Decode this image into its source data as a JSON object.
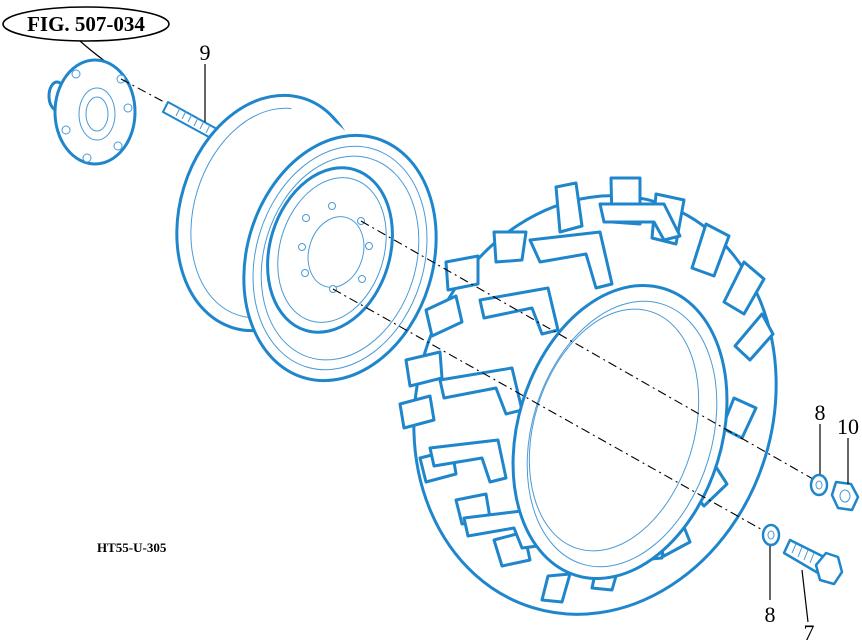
{
  "figure": {
    "ref": "FIG. 507-034",
    "drawing_code": "HT55-U-305"
  },
  "callouts": [
    {
      "id": "callout-9",
      "label": "9"
    },
    {
      "id": "callout-8-upper",
      "label": "8"
    },
    {
      "id": "callout-10",
      "label": "10"
    },
    {
      "id": "callout-8-lower",
      "label": "8"
    },
    {
      "id": "callout-7",
      "label": "7"
    }
  ],
  "colors": {
    "outline": "#1f86cc",
    "detail": "#4a9ad6",
    "text": "#000000",
    "background": "#ffffff"
  }
}
